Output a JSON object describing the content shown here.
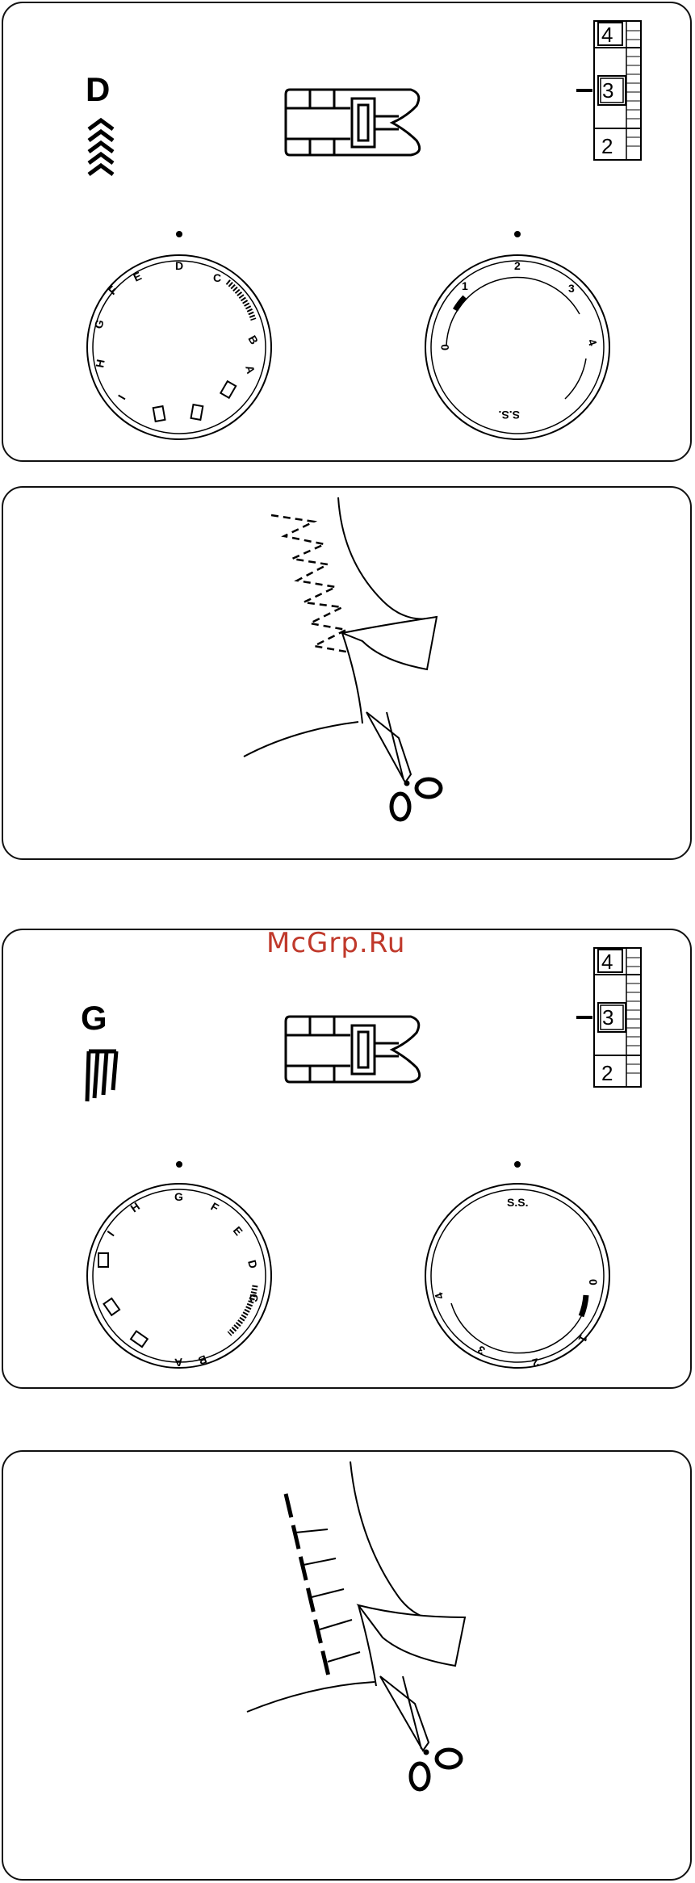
{
  "watermark": "McGrp.Ru",
  "panels": [
    {
      "mode_letter": "D",
      "pattern_icon": "zigzag-chevron-icon",
      "scale": [
        "4",
        "3",
        "2"
      ],
      "pattern_dial": {
        "letters": [
          "D",
          "C",
          "B",
          "A",
          "I",
          "H",
          "G",
          "F",
          "E"
        ]
      },
      "stitch_dial": {
        "numbers": [
          "0",
          "1",
          "2",
          "3",
          "4"
        ],
        "ss_label": "S.S."
      }
    },
    {
      "mode_letter": "G",
      "pattern_icon": "overlock-stitch-icon",
      "scale": [
        "4",
        "3",
        "2"
      ],
      "pattern_dial": {
        "letters": [
          "G",
          "F",
          "E",
          "D",
          "C",
          "B",
          "A",
          "I",
          "H"
        ]
      },
      "stitch_dial": {
        "numbers": [
          "0",
          "1",
          "2",
          "3",
          "4"
        ],
        "ss_label": "S.S."
      }
    }
  ],
  "illustrations": [
    {
      "icon": "zigzag-trim-icon"
    },
    {
      "icon": "overlock-trim-icon"
    }
  ]
}
